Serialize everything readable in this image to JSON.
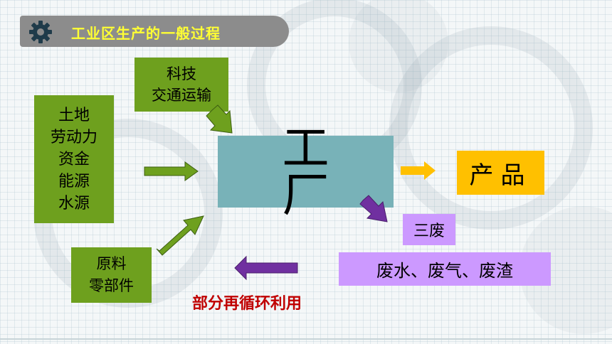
{
  "title": "工业区生产的一般过程",
  "icons": {
    "title_icon": "gear-icon"
  },
  "inputs": {
    "resources": [
      "土地",
      "劳动力",
      "资金",
      "能源",
      "水源"
    ],
    "technology": [
      "科技",
      "交通运输"
    ],
    "materials": [
      "原料",
      "零部件"
    ]
  },
  "factory": "工 厂",
  "outputs": {
    "product": "产品",
    "waste_heading": "三废",
    "waste_detail": "废水、废气、废渣"
  },
  "recycle_label": "部分再循环利用",
  "colors": {
    "input_green": "#6ea01e",
    "factory_teal": "#78b2b8",
    "product_orange": "#ffc000",
    "waste_purple": "#cc99ff",
    "recycle_red": "#c00000",
    "title_yellow": "#ffff33",
    "arrow_green": "#6ea01e",
    "arrow_orange": "#ffc000",
    "arrow_purple": "#7030a0"
  }
}
